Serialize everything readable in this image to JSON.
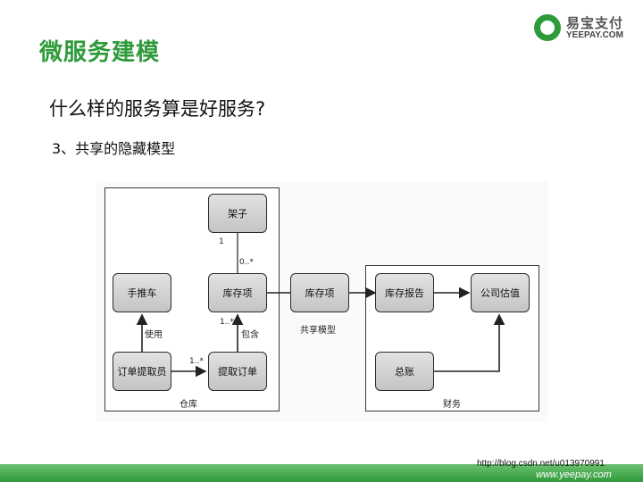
{
  "header": {
    "title": "微服务建模",
    "logo_cn": "易宝支付",
    "logo_en": "YEEPAY.COM"
  },
  "content": {
    "question": "什么样的服务算是好服务?",
    "subpoint": "3、共享的隐藏模型"
  },
  "diagram": {
    "groups": {
      "warehouse": "仓库",
      "shared": "共享模型",
      "finance": "财务"
    },
    "nodes": {
      "shelf": "架子",
      "cart": "手推车",
      "inventory_item_wh": "库存项",
      "inventory_item_shared": "库存项",
      "inventory_report": "库存报告",
      "valuation": "公司估值",
      "picker": "订单提取员",
      "pick_order": "提取订单",
      "ledger": "总账"
    },
    "edges": {
      "shelf_mult": "1",
      "item_mult": "0..*",
      "use": "使用",
      "contains": "包含",
      "contains_mult": "1..*",
      "picker_mult": "1..*"
    }
  },
  "footer": {
    "url": "http://blog.csdn.net/u013970991",
    "site": "www.yeepay.com"
  },
  "colors": {
    "brand": "#2e9a3a"
  }
}
